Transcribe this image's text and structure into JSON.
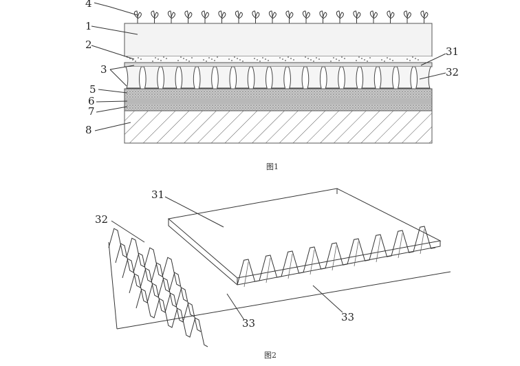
{
  "figure1": {
    "caption": "图1",
    "labels": [
      {
        "id": "layer-1",
        "text": "1"
      },
      {
        "id": "layer-2",
        "text": "2"
      },
      {
        "id": "layer-3",
        "text": "3"
      },
      {
        "id": "layer-4",
        "text": "4"
      },
      {
        "id": "layer-5",
        "text": "5"
      },
      {
        "id": "layer-6",
        "text": "6"
      },
      {
        "id": "layer-7",
        "text": "7"
      },
      {
        "id": "layer-8",
        "text": "8"
      },
      {
        "id": "part-31",
        "text": "31"
      },
      {
        "id": "part-32",
        "text": "32"
      }
    ]
  },
  "figure2": {
    "caption": "图2",
    "labels": [
      {
        "id": "part-31",
        "text": "31"
      },
      {
        "id": "part-32",
        "text": "32"
      },
      {
        "id": "part-33-left",
        "text": "33"
      },
      {
        "id": "part-33-right",
        "text": "33"
      }
    ]
  },
  "colors": {
    "line": "#333333",
    "layer_top": "#f2f2f2",
    "layer_soil": "#bdbdbd",
    "hatch": "#555555"
  }
}
